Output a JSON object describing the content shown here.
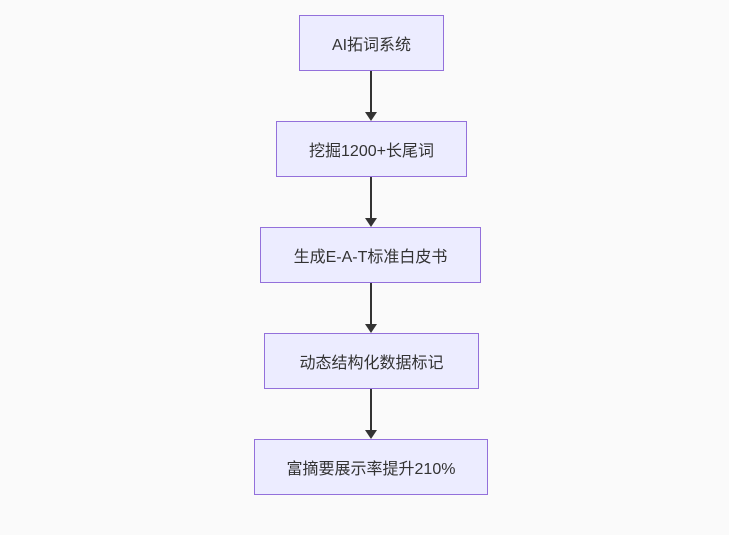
{
  "diagram": {
    "type": "flowchart",
    "direction": "top-down",
    "nodes": [
      {
        "id": "A",
        "label": "AI拓词系统"
      },
      {
        "id": "B",
        "label": "挖掘1200+长尾词"
      },
      {
        "id": "C",
        "label": "生成E-A-T标准白皮书"
      },
      {
        "id": "D",
        "label": "动态结构化数据标记"
      },
      {
        "id": "E",
        "label": "富摘要展示率提升210%"
      }
    ],
    "edges": [
      {
        "from": "A",
        "to": "B"
      },
      {
        "from": "B",
        "to": "C"
      },
      {
        "from": "C",
        "to": "D"
      },
      {
        "from": "D",
        "to": "E"
      }
    ],
    "colors": {
      "node_fill": "#ECECFF",
      "node_border": "#9370DB",
      "text": "#333333",
      "arrow": "#333333",
      "background": "#fafafa"
    }
  }
}
